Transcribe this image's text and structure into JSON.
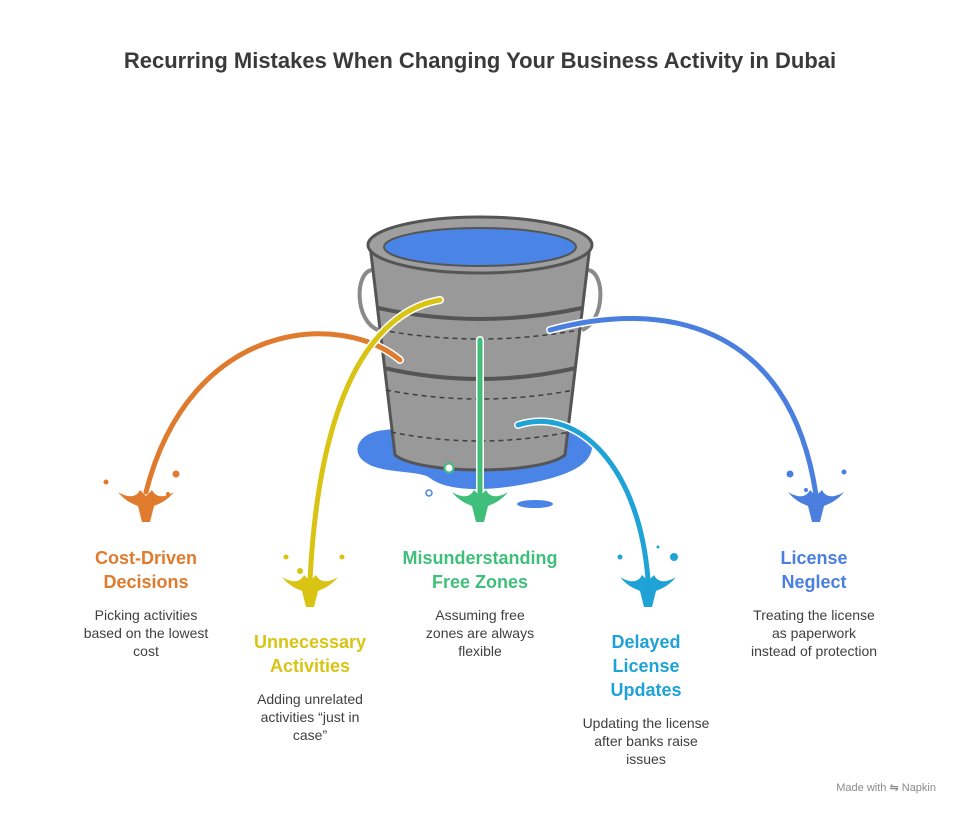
{
  "title": "Recurring Mistakes When Changing Your Business Activity in Dubai",
  "items": [
    {
      "id": "cost",
      "label_lines": [
        "Cost-Driven",
        "Decisions"
      ],
      "desc_lines": [
        "Picking activities",
        "based on the lowest",
        "cost"
      ],
      "color": "#E07B2E"
    },
    {
      "id": "unnecessary",
      "label_lines": [
        "Unnecessary",
        "Activities"
      ],
      "desc_lines": [
        "Adding unrelated",
        "activities “just in",
        "case”"
      ],
      "color": "#D9C414"
    },
    {
      "id": "freezones",
      "label_lines": [
        "Misunderstanding",
        "Free Zones"
      ],
      "desc_lines": [
        "Assuming free",
        "zones are always",
        "flexible"
      ],
      "color": "#3FBF7A"
    },
    {
      "id": "delayed",
      "label_lines": [
        "Delayed",
        "License",
        "Updates"
      ],
      "desc_lines": [
        "Updating the license",
        "after banks raise",
        "issues"
      ],
      "color": "#1FA3D6"
    },
    {
      "id": "neglect",
      "label_lines": [
        "License",
        "Neglect"
      ],
      "desc_lines": [
        "Treating the license",
        "as paperwork",
        "instead of protection"
      ],
      "color": "#4A7FE0"
    }
  ],
  "colors": {
    "bucket": "#9A9A9A",
    "bucket_stroke": "#5A5A5A",
    "water": "#4A84E6"
  },
  "icons": {
    "bucket": "bucket-icon",
    "splash": "splash-icon",
    "napkin": "napkin-logo-icon"
  },
  "footer": {
    "made_with": "Made with",
    "brand": "Napkin"
  }
}
